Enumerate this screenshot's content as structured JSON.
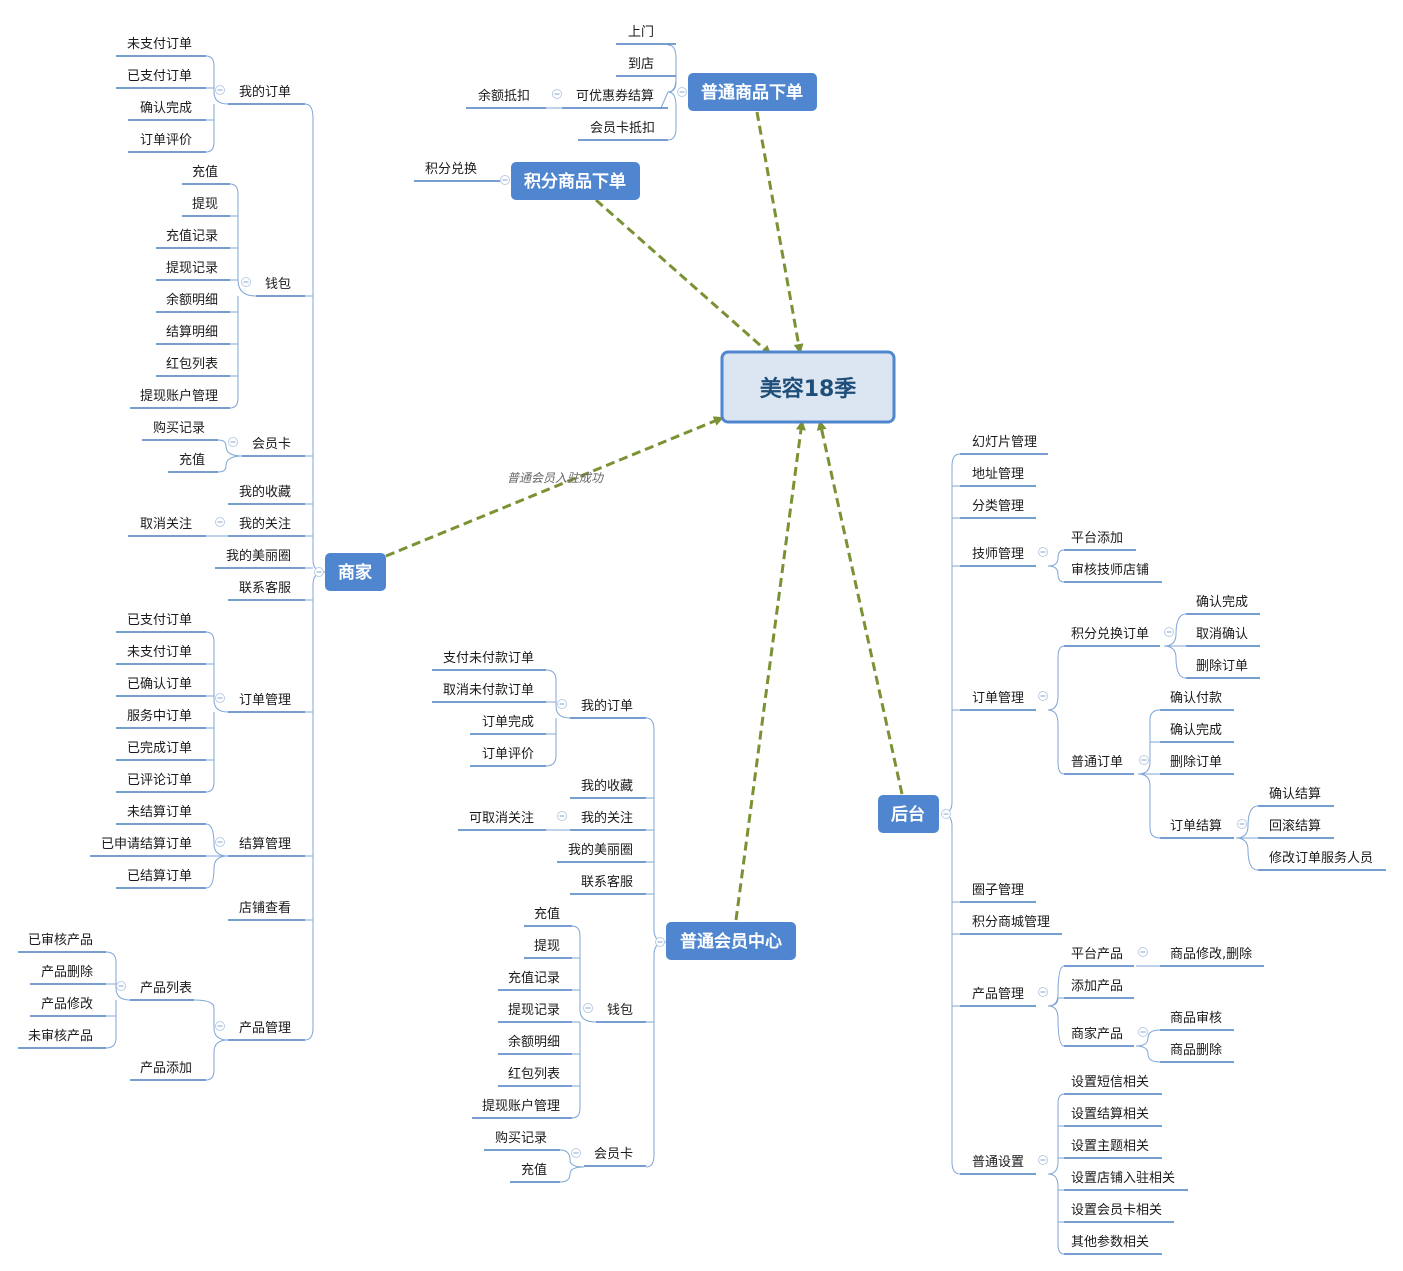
{
  "central": "美容18季",
  "topics": {
    "normal_order": "普通商品下单",
    "points_order": "积分商品下单",
    "merchant": "商家",
    "member_center": "普通会员中心",
    "backend": "后台"
  },
  "relation_label": "普通会员入驻成功",
  "normal_order": {
    "items": [
      "上门",
      "到店",
      "可优惠券结算",
      "会员卡抵扣"
    ],
    "coupon_child": "余额抵扣"
  },
  "points_order": {
    "items": [
      "积分兑换"
    ]
  },
  "merchant": {
    "my_orders": {
      "label": "我的订单",
      "children": [
        "未支付订单",
        "已支付订单",
        "确认完成",
        "订单评价"
      ]
    },
    "wallet": {
      "label": "钱包",
      "children": [
        "充值",
        "提现",
        "充值记录",
        "提现记录",
        "余额明细",
        "结算明细",
        "红包列表",
        "提现账户管理"
      ]
    },
    "member_card": {
      "label": "会员卡",
      "children": [
        "购买记录",
        "充值"
      ]
    },
    "favorites": "我的收藏",
    "follows": {
      "label": "我的关注",
      "children": [
        "取消关注"
      ]
    },
    "beauty_circle": "我的美丽圈",
    "contact": "联系客服",
    "order_mgmt": {
      "label": "订单管理",
      "children": [
        "已支付订单",
        "未支付订单",
        "已确认订单",
        "服务中订单",
        "已完成订单",
        "已评论订单"
      ]
    },
    "settle_mgmt": {
      "label": "结算管理",
      "children": [
        "未结算订单",
        "已申请结算订单",
        "已结算订单"
      ]
    },
    "store_view": "店铺查看",
    "product_mgmt": {
      "label": "产品管理",
      "list": {
        "label": "产品列表",
        "children": [
          "已审核产品",
          "产品删除",
          "产品修改",
          "未审核产品"
        ]
      },
      "add": "产品添加"
    }
  },
  "member_center": {
    "my_orders": {
      "label": "我的订单",
      "children": [
        "支付未付款订单",
        "取消未付款订单",
        "订单完成",
        "订单评价"
      ]
    },
    "favorites": "我的收藏",
    "follows": {
      "label": "我的关注",
      "children": [
        "可取消关注"
      ]
    },
    "beauty_circle": "我的美丽圈",
    "contact": "联系客服",
    "wallet": {
      "label": "钱包",
      "children": [
        "充值",
        "提现",
        "充值记录",
        "提现记录",
        "余额明细",
        "红包列表",
        "提现账户管理"
      ]
    },
    "member_card": {
      "label": "会员卡",
      "children": [
        "购买记录",
        "充值"
      ]
    }
  },
  "backend": {
    "slides": "幻灯片管理",
    "address": "地址管理",
    "category": "分类管理",
    "tech_mgmt": {
      "label": "技师管理",
      "children": [
        "平台添加",
        "审核技师店铺"
      ]
    },
    "order_mgmt": {
      "label": "订单管理",
      "points": {
        "label": "积分兑换订单",
        "children": [
          "确认完成",
          "取消确认",
          "删除订单"
        ]
      },
      "normal": {
        "label": "普通订单",
        "children": [
          "确认付款",
          "确认完成",
          "删除订单"
        ],
        "settle": {
          "label": "订单结算",
          "children": [
            "确认结算",
            "回滚结算",
            "修改订单服务人员"
          ]
        }
      }
    },
    "circle": "圈子管理",
    "points_mall": "积分商城管理",
    "product_mgmt": {
      "label": "产品管理",
      "platform": {
        "label": "平台产品",
        "children": [
          "商品修改,删除"
        ]
      },
      "add": "添加产品",
      "merchant": {
        "label": "商家产品",
        "children": [
          "商品审核",
          "商品删除"
        ]
      }
    },
    "settings": {
      "label": "普通设置",
      "children": [
        "设置短信相关",
        "设置结算相关",
        "设置主题相关",
        "设置店铺入驻相关",
        "设置会员卡相关",
        "其他参数相关"
      ]
    }
  },
  "colors": {
    "topic_fill": "#4f86cf",
    "central_fill": "#dce6f2",
    "central_border": "#4f86cf",
    "relation": "#7b9234",
    "branch_line": "#7fa6d6"
  }
}
